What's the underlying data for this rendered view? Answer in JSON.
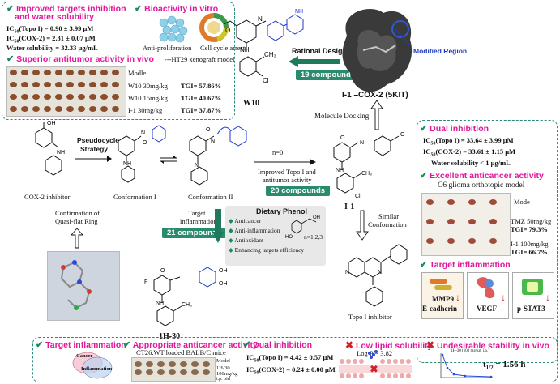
{
  "top_left": {
    "title_1": "Improved targets inhibition",
    "title_2": "and water solubility",
    "ic50_topo": "IC50(Topo I) = 0.90 ± 3.99  μM",
    "ic50_cox": "IC50(COX-2) = 2.31 ± 0.07  μM",
    "water_sol": "Water solubility = 32.33  μg/mL",
    "antitumor_title": "Superior antitumor activity in vivo",
    "xenograft": "---HT29 xenograft model",
    "rows": [
      {
        "label": "Modle",
        "tgi": ""
      },
      {
        "label": "W10 30mg/kg",
        "tgi": "TGI= 57.86%"
      },
      {
        "label": "W10 15mg/kg",
        "tgi": "TGI= 40.67%"
      },
      {
        "label": "I-1 30mg/kg",
        "tgi": "TGI= 37.87%"
      }
    ]
  },
  "bioactivity": {
    "title": "Bioactivity in vitro",
    "antiprolif": "Anti-proliferation",
    "cell_cycle": "Cell cycle arrest"
  },
  "center_top": {
    "compound_w10": "W10",
    "rational_design": "Rational Design",
    "compounds_19": "19 compounds",
    "modified_region": "Modified Region",
    "complex_label": "I-1 –COX-2 (5KIT)",
    "molecule_docking": "Molecule Docking"
  },
  "middle": {
    "cox2_inhibitor": "COX-2 inhibitor",
    "pseudocycle": "Pseudocycle",
    "strategy": "Strategy",
    "conformation_1": "Conformation I",
    "conformation_2": "Conformation II",
    "n_eq": "n=0",
    "improved": "Improved Topo I and",
    "antitumor": "antitumor activity",
    "compounds_20": "20 compounds",
    "compound_i1": "I-1",
    "confirmation": "Confirmation of",
    "quasi": "Quasi-flat Ring",
    "target_infl": "Target",
    "inflammation": "inflammation",
    "compounds_21": "21 compounds",
    "dietary_title": "Dietary Phenol",
    "dietary_items": [
      "Anticancer",
      "Anti-inflammation",
      "Antioxidant",
      "Enhancing targets efficiency"
    ],
    "n_values": "n=1,2,3",
    "compound_1h30": "1H-30",
    "similar": "Similar",
    "conformation": "Conformation",
    "topo_inhibitor": "Topo I inhibitor"
  },
  "right": {
    "dual_title": "Dual inhibition",
    "ic50_topo": "IC50(Topo I) = 33.64 ± 3.99  μM",
    "ic50_cox": "IC50(COX-2) = 33.61 ± 1.15  μM",
    "water_sol": "Water solubility < 1  μg/mL",
    "anticancer_title": "Excellent anticancer activity",
    "glioma": "C6 glioma orthotopic model",
    "rows": [
      {
        "label": "Mode",
        "tgi": ""
      },
      {
        "label": "TMZ 50mg/kg",
        "tgi": "TGI= 79.3%"
      },
      {
        "label": "I-1 100mg/kg",
        "tgi": "TGI= 66.7%"
      }
    ],
    "target_title": "Target inflammation",
    "markers": [
      "MMP9",
      "E-cadherin",
      "VEGF",
      "p-STAT3"
    ]
  },
  "bottom": {
    "target_infl": "Target inflammation",
    "venn_cancer": "Cancer",
    "venn_infl": "Inflammation",
    "appropriate": "Appropriate anticancer activity",
    "ct26": "CT26.WT loaded BALB/C mice",
    "model": "Model",
    "dose_1": "1H-30",
    "dose_2": "100mg/kg",
    "dose_3": "i.p. bid",
    "dual_title": "Dual inhibition",
    "ic50_topo": "IC50(Topo I) = 4.42 ± 0.57  μM",
    "ic50_cox": "IC50(COX-2) = 0.24 ± 0.00  μM",
    "low_lipid": "Low lipid solubility",
    "logp": "Log P = 3.82",
    "stability_title": "Undesirable stability in vivo",
    "half_life": "t1/2 = 1.56 h",
    "pk_title": "1H-30 (100 mg/kg, i.p.)"
  },
  "colors": {
    "accent": "#e0189c",
    "teal": "#2a8a6e",
    "blue": "#1f3ac8"
  }
}
